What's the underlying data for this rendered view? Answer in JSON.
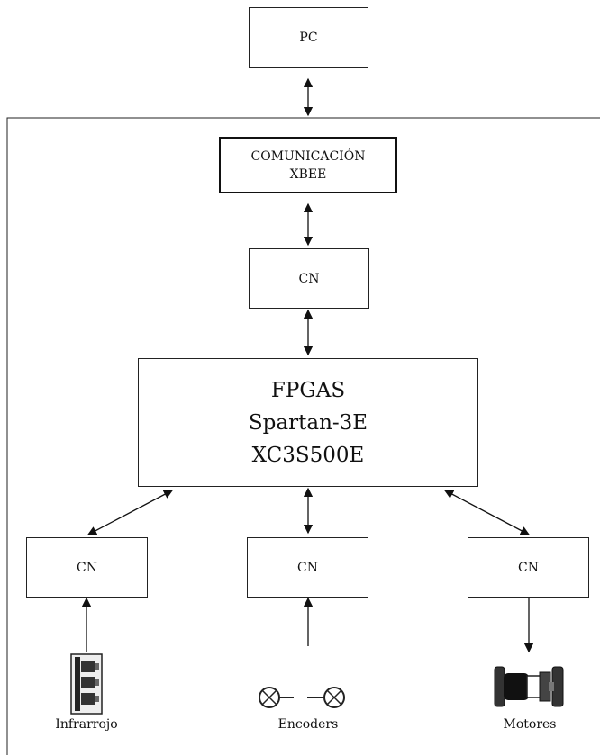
{
  "nodes": {
    "pc": "PC",
    "comm": [
      "COMUNICACIÓN",
      "XBEE"
    ],
    "cn_top": "CN",
    "fpga": [
      "FPGAS",
      "Spartan-3E",
      "XC3S500E"
    ],
    "cn_left": "CN",
    "cn_mid": "CN",
    "cn_right": "CN"
  },
  "devices": {
    "infrarrojo": "Infrarrojo",
    "encoders": "Encoders",
    "motores": "Motores"
  },
  "icons": {
    "infrarrojo": "infrared-sensor-icon",
    "encoders": "encoder-icon",
    "motores": "motor-icon"
  }
}
